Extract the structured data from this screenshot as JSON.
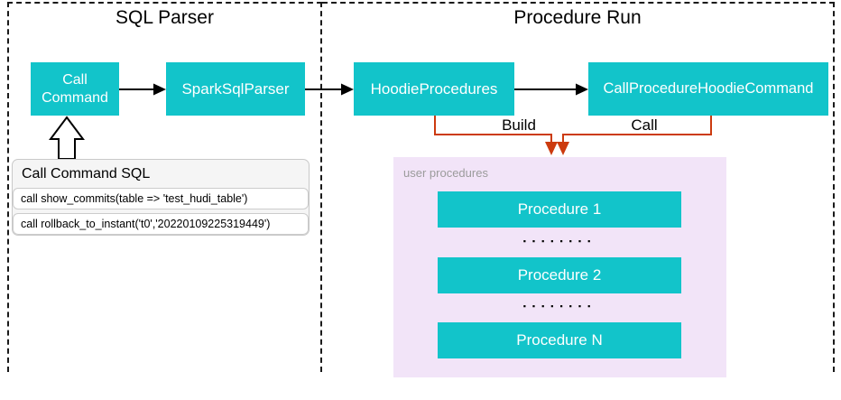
{
  "panels": {
    "sql_parser": {
      "title": "SQL Parser"
    },
    "procedure_run": {
      "title": "Procedure Run"
    }
  },
  "nodes": {
    "call_command": "Call Command",
    "spark_sql_parser": "SparkSqlParser",
    "hoodie_procedures": "HoodieProcedures",
    "call_procedure_hoodie_command": "CallProcedureHoodieCommand"
  },
  "sql_box": {
    "title": "Call Command SQL",
    "rows": [
      "call show_commits(table => 'test_hudi_table')",
      "call rollback_to_instant('t0','20220109225319449')"
    ]
  },
  "edges": {
    "build_label": "Build",
    "call_label": "Call"
  },
  "user_procedures": {
    "label": "user procedures",
    "items": [
      "Procedure 1",
      "Procedure 2",
      "Procedure N"
    ],
    "dots": "▪▪▪▪▪▪▪▪"
  },
  "colors": {
    "node_teal": "#12c4ca",
    "connector_orange": "#cc3b0f",
    "procedures_panel_pink": "#f2e4f8",
    "muted_label_gray": "#9b9b9b",
    "arrow_black": "#000000"
  }
}
